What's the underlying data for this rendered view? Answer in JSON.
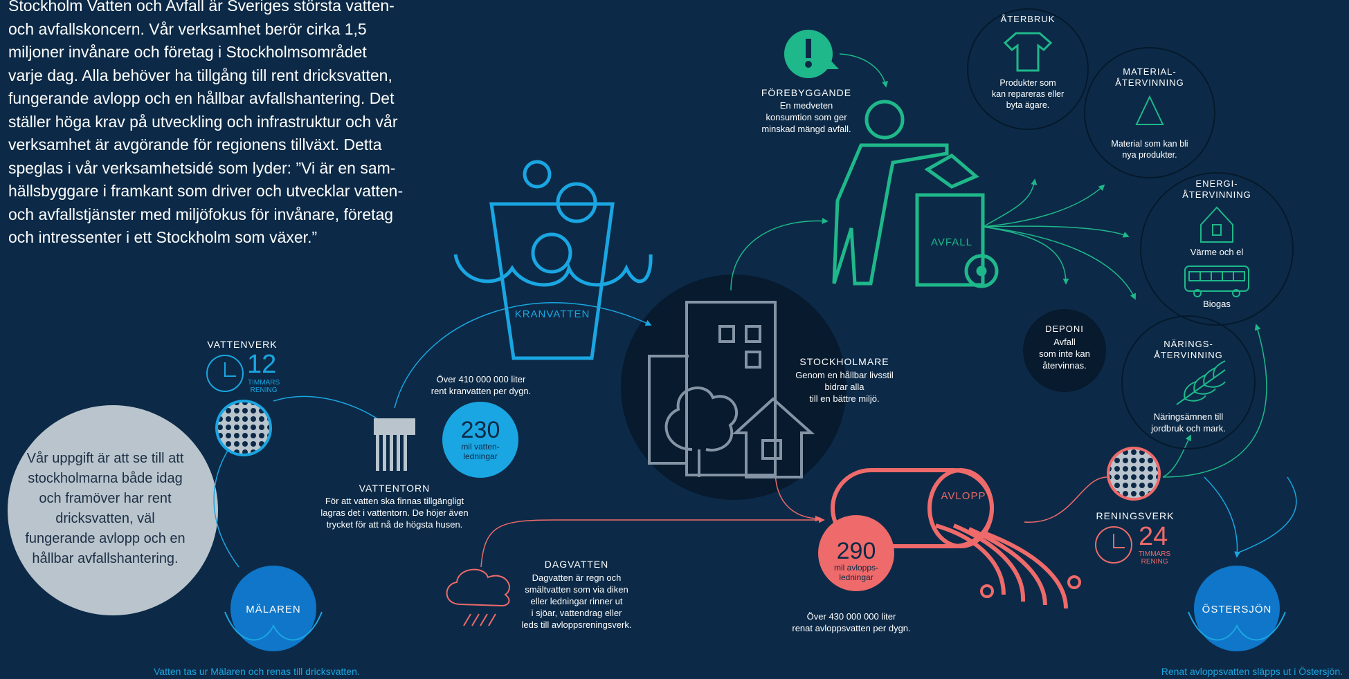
{
  "intro": {
    "lines": [
      "Stockholm Vatten och Avfall är Sveriges största vatten-",
      "och avfallskoncern. Vår verksamhet berör cirka 1,5",
      "miljoner invånare och företag i Stockholmsområdet",
      "varje dag. Alla behöver ha tillgång till rent dricksvatten,",
      "fungerande avlopp och en hållbar avfallshantering. Det",
      "ställer höga krav på utveckling och infrastruktur och vår",
      "verksamhet är avgörande för regionens tillväxt. Detta",
      "speglas i vår verksamhetsidé som lyder: ”Vi är en sam-",
      "hällsbyggare i framkant som driver och utvecklar vatten-",
      "och avfallstjänster med miljöfokus för invånare, företag",
      "och intressenter i ett Stockholm som växer.”"
    ]
  },
  "mission": "Vår uppgift är att se till att stockholmarna både idag och framöver har rent dricksvatten, väl fungerande avlopp och en hållbar avfallshantering.",
  "vattenverk": {
    "label": "VATTENVERK",
    "hours": "12",
    "unit_line1": "TIMMARS",
    "unit_line2": "RENING"
  },
  "malaren": {
    "label": "MÄLAREN",
    "caption": "Vatten tas ur Mälaren och renas till dricksvatten."
  },
  "vattentorn": {
    "label": "VATTENTORN",
    "desc_lines": [
      "För att vatten ska finnas tillgängligt",
      "lagras det i vattentorn. De höjer även",
      "trycket för att nå de högsta husen."
    ]
  },
  "kranvatten": {
    "label": "KRANVATTEN",
    "desc_lines": [
      "Över 410 000 000 liter",
      "rent kranvatten per dygn."
    ],
    "km": "230",
    "km_line1": "mil vatten-",
    "km_line2": "ledningar"
  },
  "stockholmare": {
    "label": "STOCKHOLMARE",
    "desc_lines": [
      "Genom en hållbar livsstil",
      "bidrar alla",
      "till en bättre miljö."
    ]
  },
  "dagvatten": {
    "label": "DAGVATTEN",
    "desc_lines": [
      "Dagvatten är regn och",
      "smältvatten som via diken",
      "eller ledningar rinner ut",
      "i sjöar, vattendrag eller",
      "leds till avloppsreningsverk."
    ]
  },
  "avlopp": {
    "label": "AVLOPP",
    "km": "290",
    "km_line1": "mil avlopps-",
    "km_line2": "ledningar",
    "desc_lines": [
      "Över 430 000 000 liter",
      "renat avloppsvatten per dygn."
    ]
  },
  "reningsverk": {
    "label": "RENINGSVERK",
    "hours": "24",
    "unit_line1": "TIMMARS",
    "unit_line2": "RENING"
  },
  "ostersjon": {
    "label": "ÖSTERSJÖN",
    "caption": "Renat avloppsvatten släpps ut i Östersjön."
  },
  "forebyggande": {
    "label": "FÖREBYGGANDE",
    "desc_lines": [
      "En medveten",
      "konsumtion som ger",
      "minskad mängd avfall."
    ]
  },
  "avfall": {
    "label": "AVFALL"
  },
  "aterbruk": {
    "label": "ÅTERBRUK",
    "desc_lines": [
      "Produkter som",
      "kan repareras eller",
      "byta ägare."
    ]
  },
  "material": {
    "label_line1": "MATERIAL-",
    "label_line2": "ÅTERVINNING",
    "desc_lines": [
      "Material som kan bli",
      "nya produkter."
    ]
  },
  "energi": {
    "label_line1": "ENERGI-",
    "label_line2": "ÅTERVINNING",
    "desc1": "Värme och el",
    "desc2": "Biogas"
  },
  "deponi": {
    "label": "DEPONI",
    "desc_lines": [
      "Avfall",
      "som inte kan",
      "återvinnas."
    ]
  },
  "narings": {
    "label_line1": "NÄRINGS-",
    "label_line2": "ÅTERVINNING",
    "desc_lines": [
      "Näringsämnen till",
      "jordbruk och mark."
    ]
  },
  "colors": {
    "background": "#0c2a47",
    "water": "#1aa6e2",
    "waste": "#1fb88a",
    "sewage": "#ef6a6a",
    "city": "#071a2e",
    "mission": "#b9c4cd"
  },
  "icons": [
    "clock-icon",
    "filter-icon",
    "water-tower-icon",
    "glass-icon",
    "building-icon",
    "tree-icon",
    "house-icon",
    "cloud-rain-icon",
    "pipe-icon",
    "person-bin-icon",
    "exclamation-icon",
    "tshirt-icon",
    "recycle-icon",
    "house-small-icon",
    "bus-icon",
    "wheat-icon",
    "wave-icon"
  ]
}
